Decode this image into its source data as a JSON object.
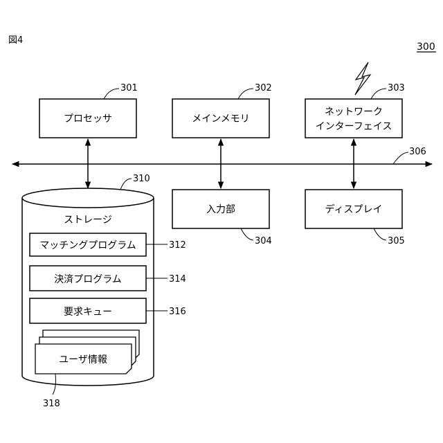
{
  "figure_label": "図4",
  "system_ref": "300",
  "components": {
    "processor": {
      "label": "プロセッサ",
      "ref": "301"
    },
    "main_memory": {
      "label": "メインメモリ",
      "ref": "302"
    },
    "network_interface": {
      "label_line1": "ネットワーク",
      "label_line2": "インターフェイス",
      "ref": "303"
    },
    "input_unit": {
      "label": "入力部",
      "ref": "304"
    },
    "display": {
      "label": "ディスプレイ",
      "ref": "305"
    },
    "bus": {
      "ref": "306"
    },
    "storage": {
      "label": "ストレージ",
      "ref": "310",
      "matching_program": {
        "label": "マッチングプログラム",
        "ref": "312"
      },
      "payment_program": {
        "label": "決済プログラム",
        "ref": "314"
      },
      "request_queue": {
        "label": "要求キュー",
        "ref": "316"
      },
      "user_info": {
        "label": "ユーザ情報",
        "ref": "318"
      }
    }
  }
}
